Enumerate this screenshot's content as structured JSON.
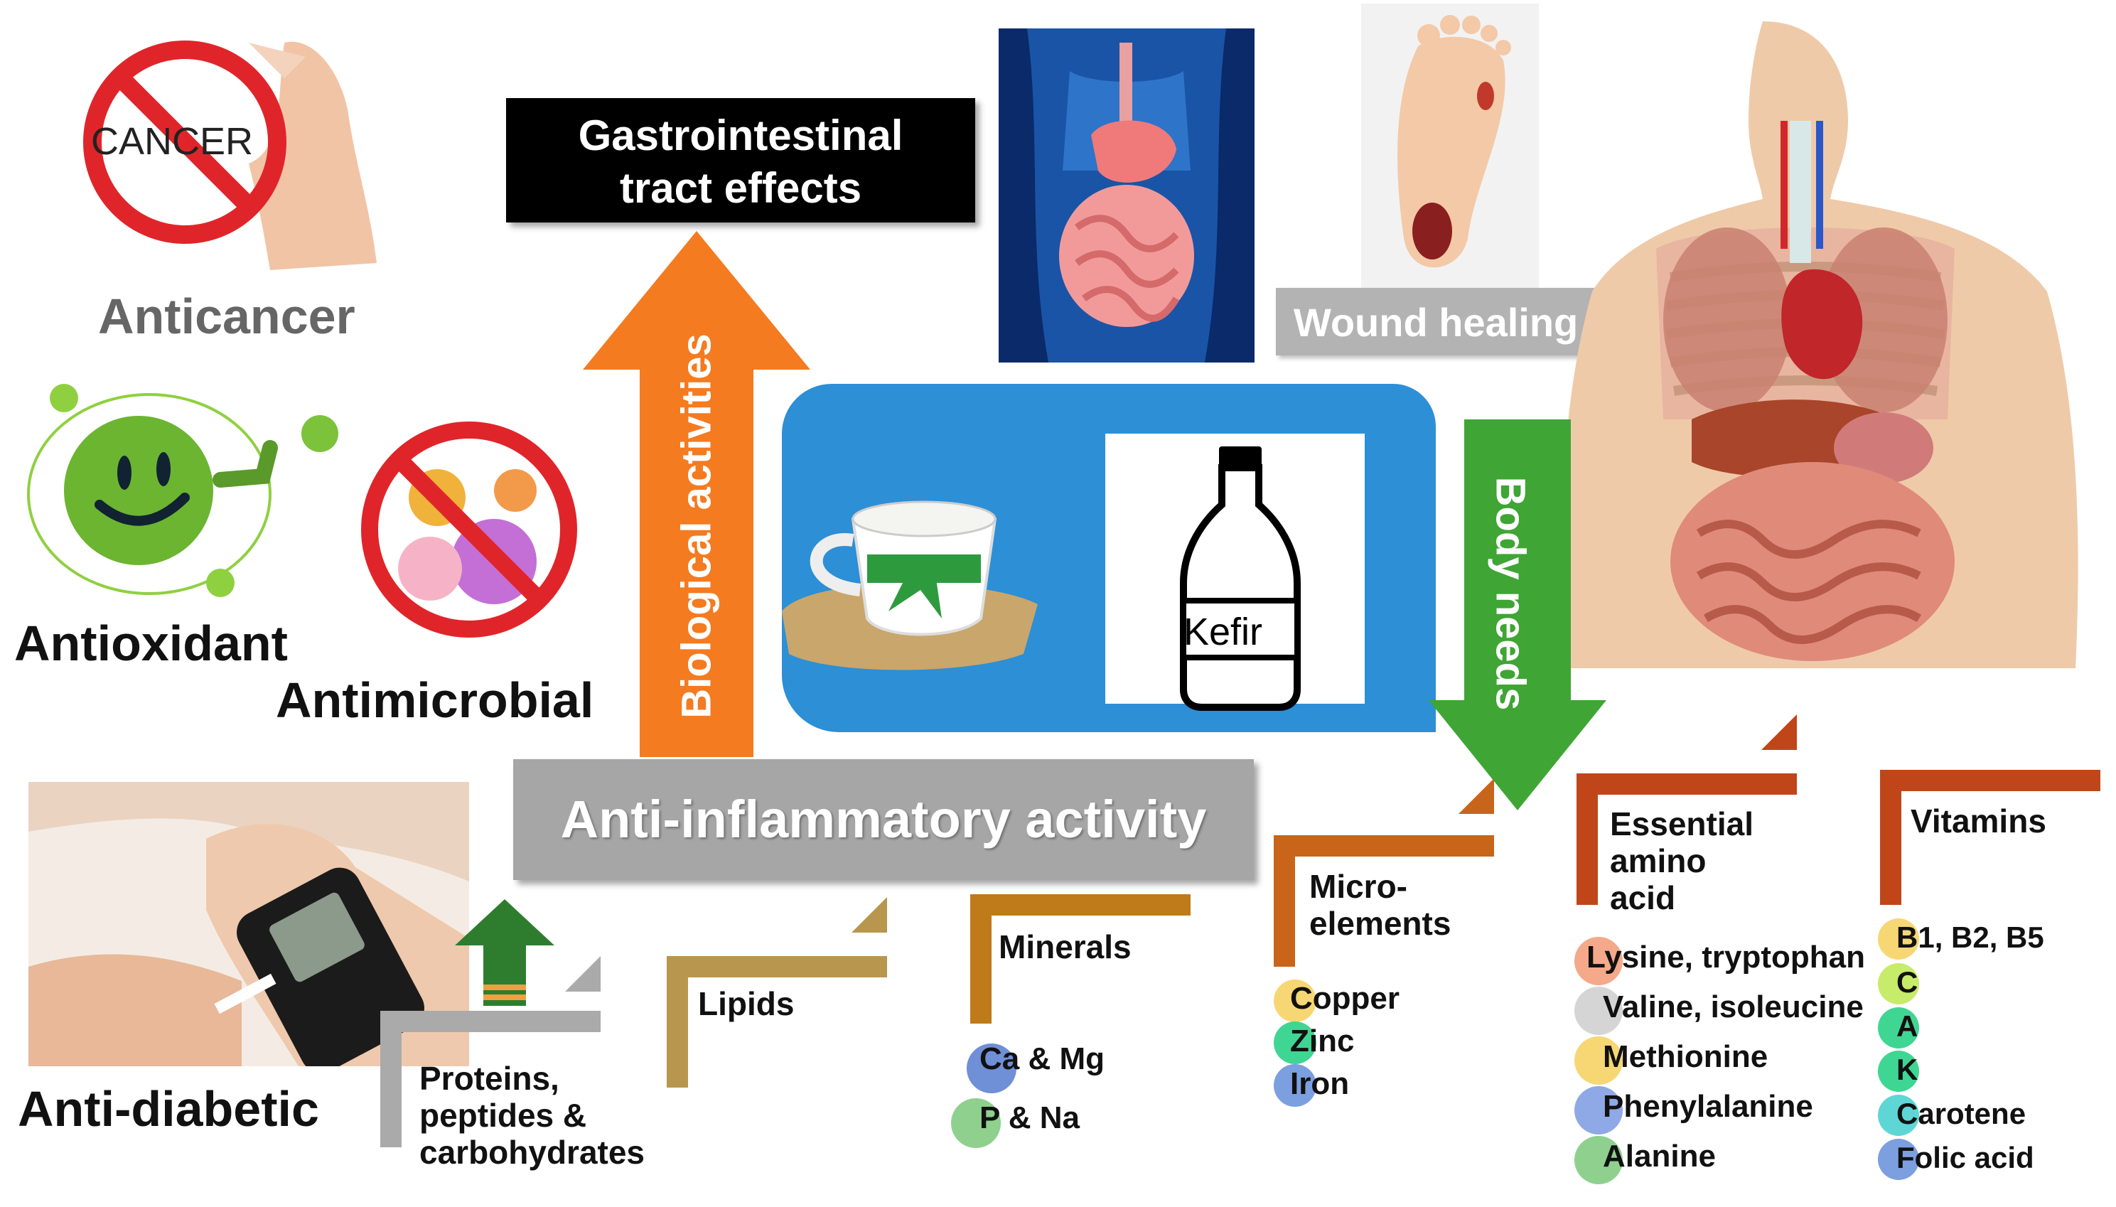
{
  "top_label": "Gastrointestinal tract effects",
  "top_label_lines": [
    "Gastrointestinal",
    "tract effects"
  ],
  "wound_label": "Wound healing",
  "bio_arrow_label": "Biological activities",
  "body_needs_label": "Body needs",
  "kefir_label": "Kefir",
  "anti_inflammatory": "Anti-inflammatory activity",
  "activities": {
    "anticancer": "Anticancer",
    "cancer_word": "CANCER",
    "antioxidant": "Antioxidant",
    "antimicrobial": "Antimicrobial",
    "antidiabetic": "Anti-diabetic"
  },
  "components": {
    "proteins": [
      "Proteins,",
      "peptides &",
      "carbohydrates"
    ],
    "lipids": "Lipids",
    "minerals": {
      "title": "Minerals",
      "items": [
        {
          "label": "Ca & Mg",
          "color": "#6f8fd6"
        },
        {
          "label": "P & Na",
          "color": "#8fd08f"
        }
      ]
    },
    "micro": {
      "title_lines": [
        "Micro-",
        "elements"
      ],
      "items": [
        {
          "label": "Copper",
          "color": "#f7d774"
        },
        {
          "label": "Zinc",
          "color": "#3fd693"
        },
        {
          "label": "Iron",
          "color": "#7c9fe0"
        }
      ]
    },
    "amino": {
      "title_lines": [
        "Essential",
        "amino",
        "acid"
      ],
      "items": [
        {
          "label": "Lysine, tryptophan",
          "color": "#f4a98a"
        },
        {
          "label": "Valine, isoleucine",
          "color": "#d5d5d5"
        },
        {
          "label": "Methionine",
          "color": "#f7d774"
        },
        {
          "label": "Phenylalanine",
          "color": "#8fa8e6"
        },
        {
          "label": "Alanine",
          "color": "#8fd08f"
        }
      ]
    },
    "vitamins": {
      "title": "Vitamins",
      "items": [
        {
          "label": "B1, B2, B5",
          "color": "#f7d774"
        },
        {
          "label": "C",
          "color": "#c7ec6a"
        },
        {
          "label": "A",
          "color": "#3fd693"
        },
        {
          "label": "K",
          "color": "#3fd693"
        },
        {
          "label": "Carotene",
          "color": "#5ed6d6"
        },
        {
          "label": "Folic acid",
          "color": "#7c9fe0"
        }
      ]
    }
  },
  "colors": {
    "orange_arrow": "#f47b20",
    "green_arrow": "#3fa535",
    "kefir_panel": "#2d8fd5",
    "gray_panel": "#a6a6a6",
    "bracket_gray": "#aaaaaa",
    "bracket_tan": "#b8964e",
    "bracket_gold": "#bf7a1a",
    "bracket_orange": "#c8651a",
    "bracket_red": "#c0461a",
    "no_sign_red": "#e0252a"
  },
  "icons": [
    "no-cancer-icon",
    "antioxidant-character-icon",
    "no-microbe-icon",
    "glucometer-icon",
    "digestive-system-icon",
    "foot-wound-icon",
    "human-anatomy-icon",
    "kefir-cup-icon",
    "kefir-bottle-icon"
  ]
}
